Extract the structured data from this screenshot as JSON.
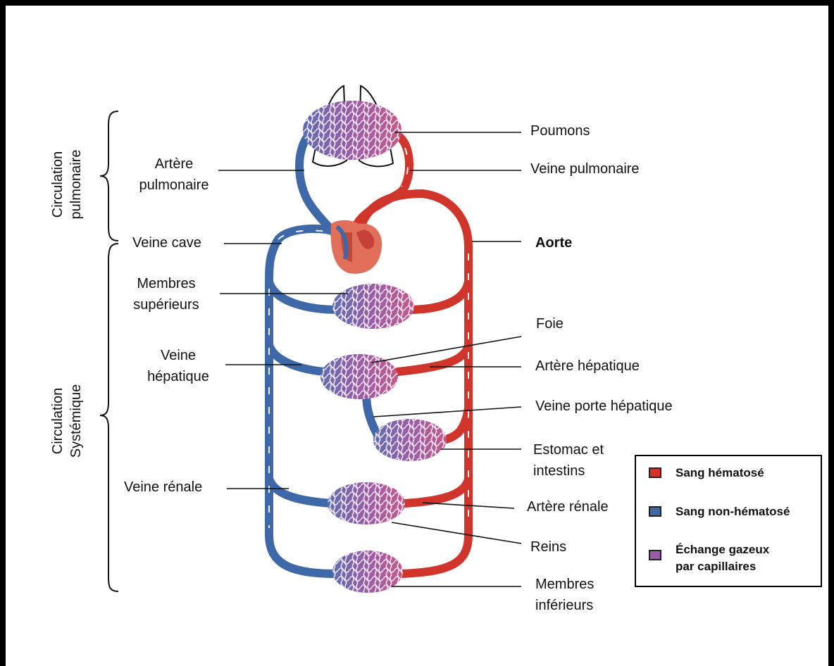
{
  "labels": {
    "poumons": "Poumons",
    "veine_pulmonaire": "Veine pulmonaire",
    "artere_pulmonaire_1": "Artère",
    "artere_pulmonaire_2": "pulmonaire",
    "veine_cave": "Veine cave",
    "aorte": "Aorte",
    "membres_sup_1": "Membres",
    "membres_sup_2": "supérieurs",
    "foie": "Foie",
    "veine_hepatique_1": "Veine",
    "veine_hepatique_2": "hépatique",
    "artere_hepatique": "Artère hépatique",
    "veine_porte": "Veine porte hépatique",
    "estomac_1": "Estomac et",
    "estomac_2": "intestins",
    "veine_renale": "Veine rénale",
    "artere_renale": "Artère rénale",
    "reins": "Reins",
    "membres_inf_1": "Membres",
    "membres_inf_2": "inférieurs"
  },
  "sections": {
    "pulmonaire_1": "Circulation",
    "pulmonaire_2": "pulmonaire",
    "systemique_1": "Circulation",
    "systemique_2": "Systémique"
  },
  "legend": {
    "items": [
      {
        "label": "Sang hématosé",
        "color": "#d0352b"
      },
      {
        "label": "Sang non-hématosé",
        "color": "#3f68a8"
      },
      {
        "label_1": "Échange gazeux",
        "label_2": "par capillaires",
        "color": "#9a5ca8"
      }
    ]
  },
  "colors": {
    "oxygenated": "#d0352b",
    "deoxygenated": "#3f68a8",
    "capillary": "#9a5ca8",
    "heart": "#e0705a"
  }
}
